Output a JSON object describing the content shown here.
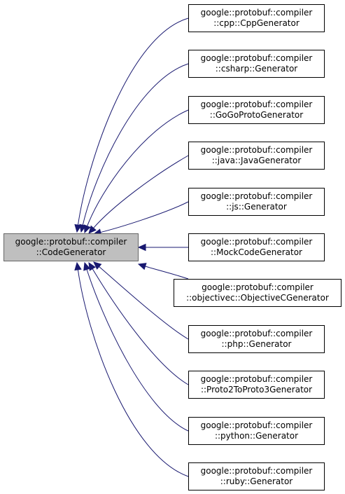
{
  "colors": {
    "edge": "#191970",
    "base_fill": "#bfbfbf",
    "node_fill": "#ffffff",
    "border": "#000000"
  },
  "base": {
    "line1": "google::protobuf::compiler",
    "line2": "::CodeGenerator"
  },
  "derived": [
    {
      "line1": "google::protobuf::compiler",
      "line2": "::cpp::CppGenerator"
    },
    {
      "line1": "google::protobuf::compiler",
      "line2": "::csharp::Generator"
    },
    {
      "line1": "google::protobuf::compiler",
      "line2": "::GoGoProtoGenerator"
    },
    {
      "line1": "google::protobuf::compiler",
      "line2": "::java::JavaGenerator"
    },
    {
      "line1": "google::protobuf::compiler",
      "line2": "::js::Generator"
    },
    {
      "line1": "google::protobuf::compiler",
      "line2": "::MockCodeGenerator"
    },
    {
      "line1": "google::protobuf::compiler",
      "line2": "::objectivec::ObjectiveCGenerator"
    },
    {
      "line1": "google::protobuf::compiler",
      "line2": "::php::Generator"
    },
    {
      "line1": "google::protobuf::compiler",
      "line2": "::Proto2ToProto3Generator"
    },
    {
      "line1": "google::protobuf::compiler",
      "line2": "::python::Generator"
    },
    {
      "line1": "google::protobuf::compiler",
      "line2": "::ruby::Generator"
    }
  ]
}
